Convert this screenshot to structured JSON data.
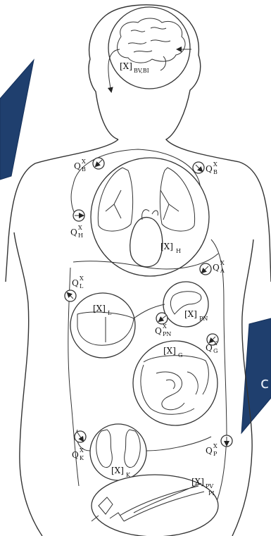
{
  "colors": {
    "banner": "#1f3f6e",
    "banner_edge": "#15305a",
    "line": "#333333"
  },
  "labels": {
    "brain": {
      "main": "[X]",
      "sub": "BV,BI"
    },
    "heart": {
      "main": "[X]",
      "sub": "H"
    },
    "liver": {
      "main": "[X]",
      "sub": "L"
    },
    "pancreas": {
      "main": "[X]",
      "sub": "PN"
    },
    "gut": {
      "main": "[X]",
      "sub": "G"
    },
    "kidney": {
      "main": "[X]",
      "sub": "K"
    },
    "plasma": {
      "main": "[X]",
      "sub": "PV",
      "sub2": "PI"
    }
  },
  "flows": {
    "qb_left": {
      "main": "Q",
      "sup": "X",
      "sub": "B"
    },
    "qb_right": {
      "main": "Q",
      "sup": "X",
      "sub": "B"
    },
    "qh": {
      "main": "Q",
      "sup": "X",
      "sub": "H"
    },
    "qa": {
      "main": "Q",
      "sup": "X",
      "sub": "A"
    },
    "ql": {
      "main": "Q",
      "sup": "X",
      "sub": "L"
    },
    "qpn": {
      "main": "Q",
      "sup": "X",
      "sub": "PN"
    },
    "qg": {
      "main": "Q",
      "sup": "X",
      "sub": "G"
    },
    "qk": {
      "main": "Q",
      "sup": "X",
      "sub": "K"
    },
    "qp": {
      "main": "Q",
      "sup": "X",
      "sub": "P"
    }
  },
  "banner_glyph": "c"
}
